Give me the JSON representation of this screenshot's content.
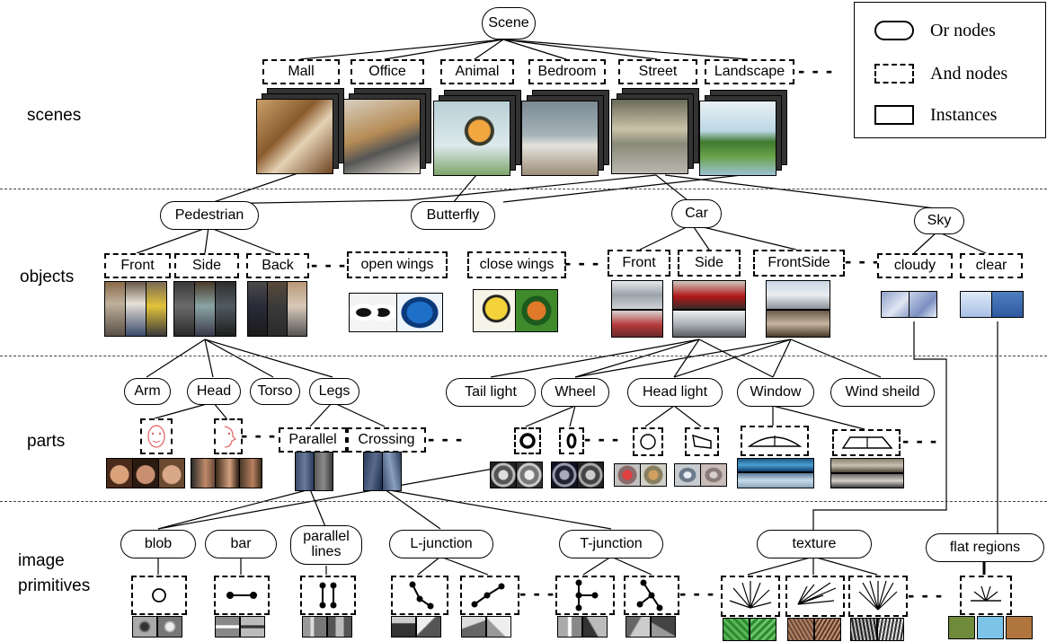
{
  "legend": {
    "or_nodes": "Or nodes",
    "and_nodes": "And nodes",
    "instances": "Instances"
  },
  "rows": {
    "scenes": "scenes",
    "objects": "objects",
    "parts": "parts",
    "primitives_line1": "image",
    "primitives_line2": "primitives"
  },
  "ellipsis": "- - -",
  "scene_root": "Scene",
  "scenes": [
    "Mall",
    "Office",
    "Animal",
    "Bedroom",
    "Street",
    "Landscape"
  ],
  "objects": {
    "or_nodes": [
      "Pedestrian",
      "Butterfly",
      "Car",
      "Sky"
    ],
    "pedestrian_views": [
      "Front",
      "Side",
      "Back"
    ],
    "butterfly_views": [
      "open wings",
      "close wings"
    ],
    "car_views": [
      "Front",
      "Side",
      "FrontSide"
    ],
    "sky_views": [
      "cloudy",
      "clear"
    ]
  },
  "parts": {
    "body": [
      "Arm",
      "Head",
      "Torso",
      "Legs"
    ],
    "legs_views": [
      "Parallel",
      "Crossing"
    ],
    "car_parts": [
      "Tail light",
      "Wheel",
      "Head light",
      "Window",
      "Wind sheild"
    ]
  },
  "primitives": [
    "blob",
    "bar",
    "parallel lines",
    "L-junction",
    "T-junction",
    "texture",
    "flat regions"
  ],
  "colors": {
    "sky_cloudy": "#8f9fc7",
    "sky_clear": "#4f7ec0",
    "flat_green": "#6f8a3a",
    "flat_blue": "#7cc4e8",
    "flat_brown": "#b0753d",
    "texture_green": "#2e8b2e"
  }
}
